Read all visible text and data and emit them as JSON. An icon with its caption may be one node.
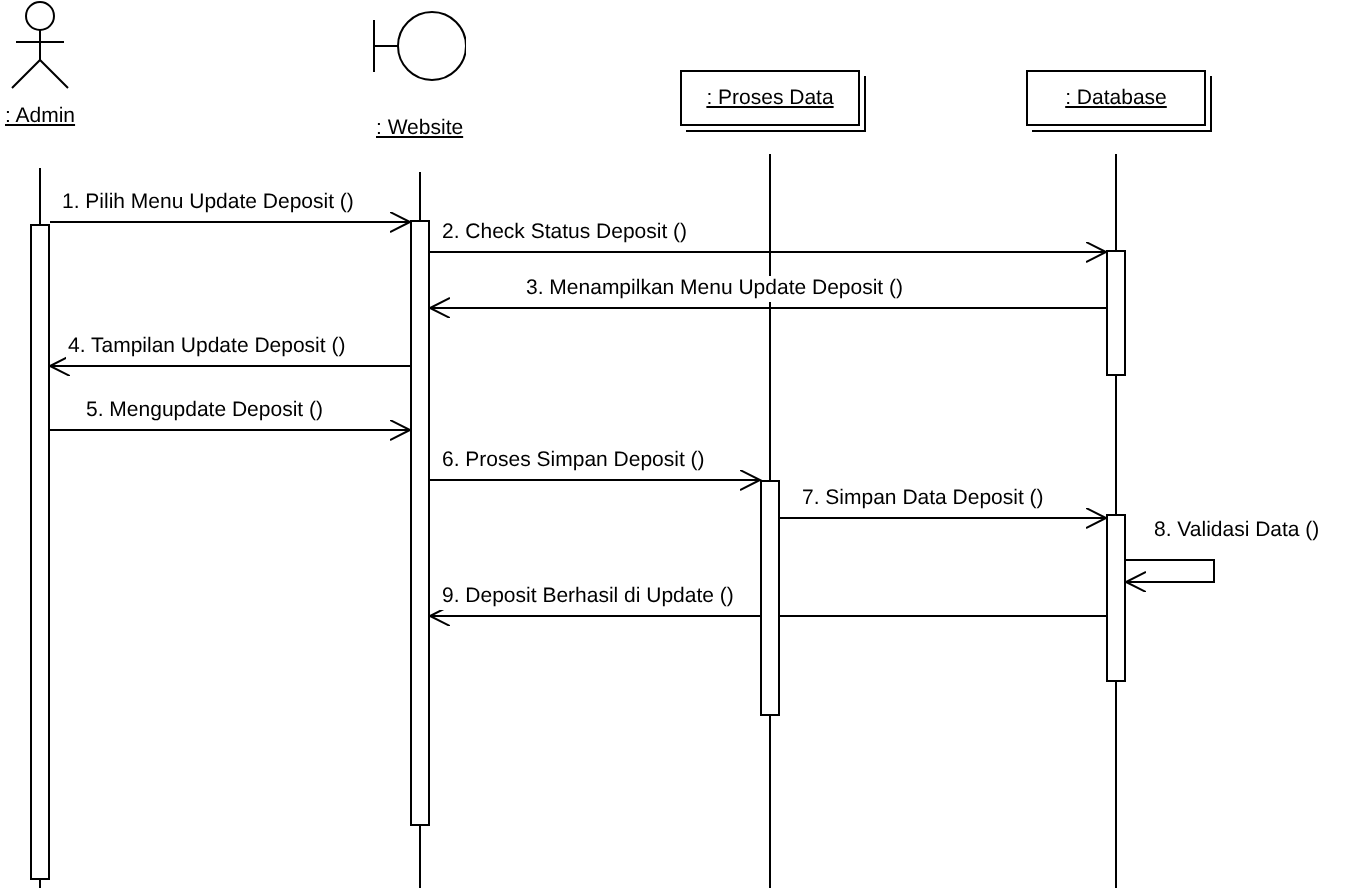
{
  "diagram": {
    "nodes": [
      {
        "text": [
          ": Admin"
        ]
      },
      {
        "text": [
          ": Website"
        ]
      },
      {
        "text": [
          ": Proses Data"
        ]
      },
      {
        "text": [
          ": Database"
        ]
      },
      {
        "text": [],
        "shape": "bar"
      },
      {
        "text": [],
        "shape": "bar"
      },
      {
        "text": [],
        "shape": "bar"
      },
      {
        "text": [],
        "shape": "bar"
      },
      {
        "text": [],
        "shape": "bar"
      }
    ],
    "edges": [
      {
        "from": 4,
        "to": 5,
        "arrow": "to",
        "label": "1. Pilih Menu Update Deposit ()"
      },
      {
        "from": 5,
        "to": 7,
        "arrow": "to",
        "label": "2. Check Status Deposit ()"
      },
      {
        "from": 7,
        "to": 5,
        "arrow": "to",
        "label": "3. Menampilkan Menu Update Deposit ()"
      },
      {
        "from": 5,
        "to": 4,
        "arrow": "to",
        "label": "4. Tampilan Update Deposit ()"
      },
      {
        "from": 4,
        "to": 5,
        "arrow": "to",
        "label": "5. Mengupdate Deposit ()"
      },
      {
        "from": 5,
        "to": 6,
        "arrow": "to",
        "label": "6. Proses Simpan Deposit ()"
      },
      {
        "from": 6,
        "to": 8,
        "arrow": "to",
        "label": "7. Simpan Data Deposit ()"
      },
      {
        "from": 8,
        "to": 8,
        "arrow": "to",
        "label": "8. Validasi Data ()"
      },
      {
        "from": 8,
        "to": 5,
        "arrow": "to",
        "label": "9. Deposit Berhasil di Update ()"
      }
    ]
  }
}
